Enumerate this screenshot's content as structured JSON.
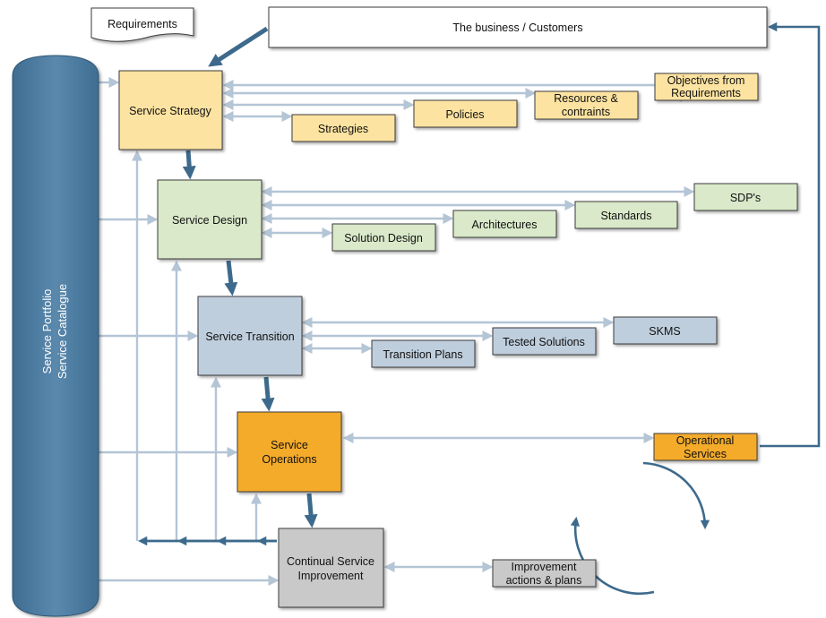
{
  "colors": {
    "strategy": "#fde3a1",
    "design": "#d9e9c9",
    "transition": "#bfcedd",
    "operations": "#f4ab2a",
    "improvement": "#c9c9c9",
    "portfolio": "#4f7ea2",
    "connector_light": "#b4c5d6",
    "connector_dark": "#3d6a8c"
  },
  "nodes": {
    "requirements": "Requirements",
    "business": "The business / Customers",
    "portfolio_line1": "Service Portfolio",
    "portfolio_line2": "Service Catalogue",
    "strategy": "Service Strategy",
    "objectives_line1": "Objectives from",
    "objectives_line2": "Requirements",
    "resources_line1": "Resources &",
    "resources_line2": "contraints",
    "policies": "Policies",
    "strategies": "Strategies",
    "design": "Service Design",
    "sdps": "SDP's",
    "standards": "Standards",
    "architectures": "Architectures",
    "solution_design": "Solution Design",
    "transition": "Service Transition",
    "skms": "SKMS",
    "tested_solutions": "Tested Solutions",
    "transition_plans": "Transition Plans",
    "operations_line1": "Service",
    "operations_line2": "Operations",
    "operational_services_line1": "Operational",
    "operational_services_line2": "Services",
    "csi_line1": "Continual Service",
    "csi_line2": "Improvement",
    "improvement_actions_line1": "Improvement",
    "improvement_actions_line2": "actions & plans"
  }
}
